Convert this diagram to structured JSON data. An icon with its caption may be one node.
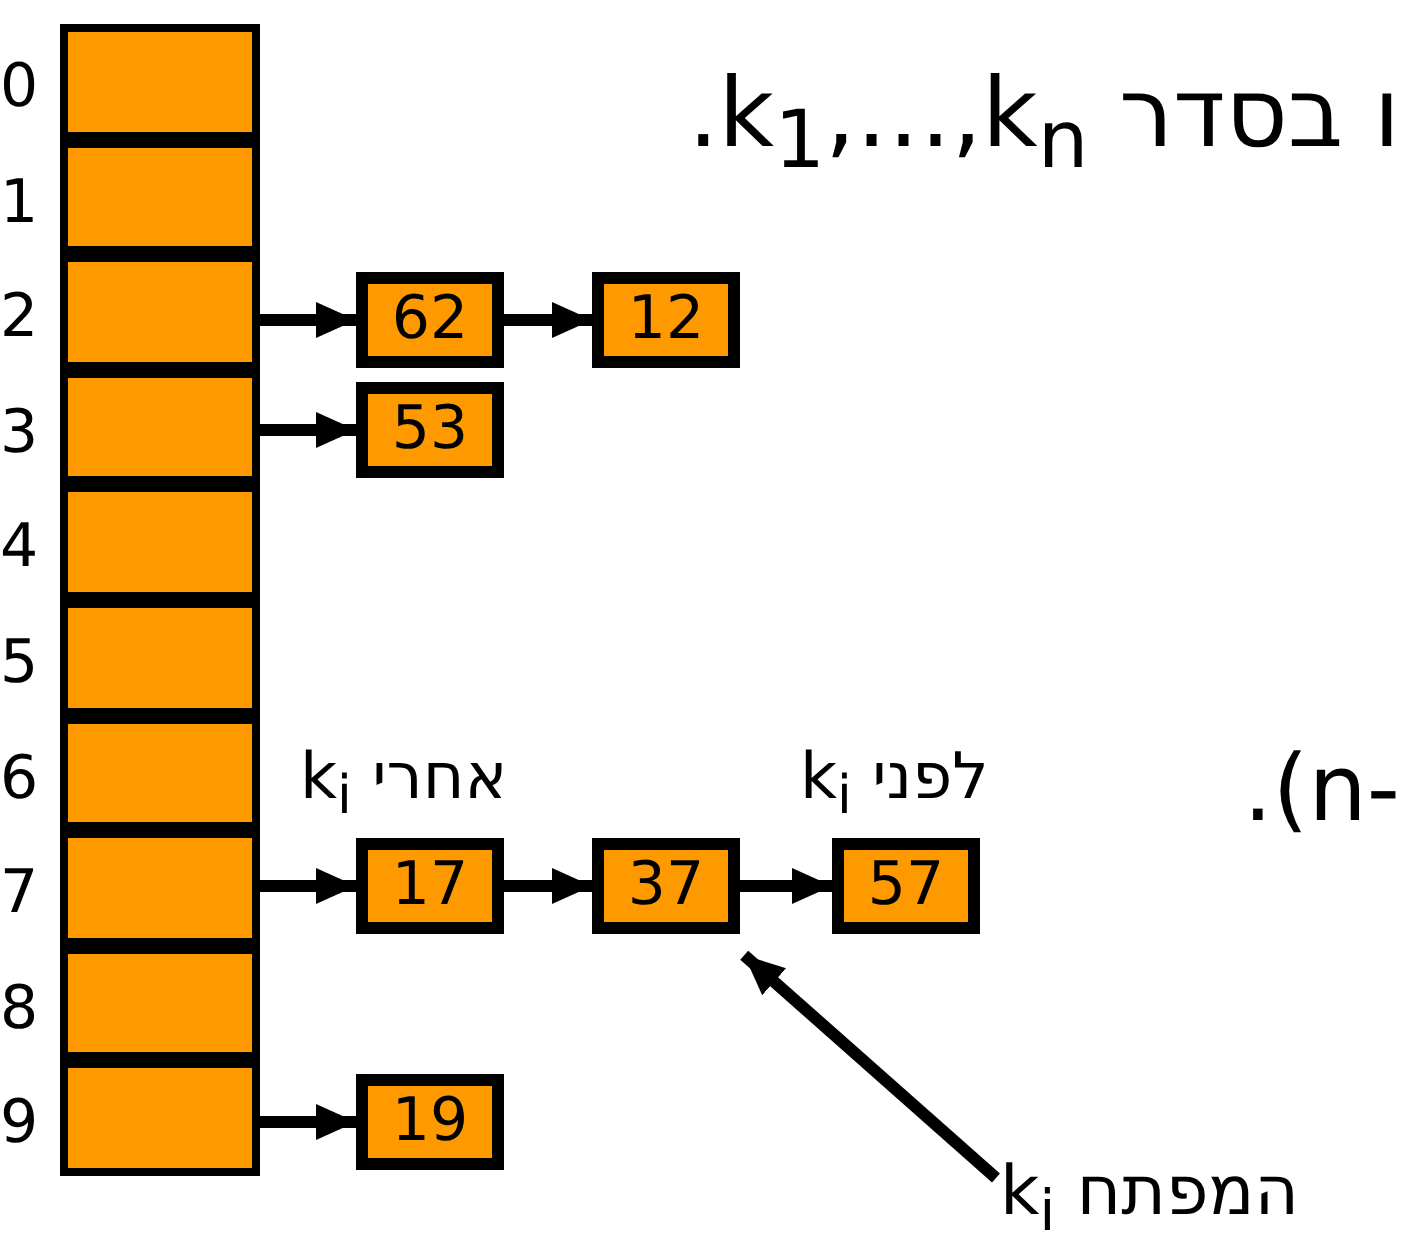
{
  "diagram": {
    "nodes": [
      {
        "text": [],
        "shape": "box",
        "beside": [
          "0"
        ]
      },
      {
        "text": [],
        "shape": "box",
        "beside": [
          "1"
        ]
      },
      {
        "text": [],
        "shape": "box",
        "beside": [
          "2"
        ]
      },
      {
        "text": [],
        "shape": "box",
        "beside": [
          "3"
        ]
      },
      {
        "text": [],
        "shape": "box",
        "beside": [
          "4"
        ]
      },
      {
        "text": [],
        "shape": "box",
        "beside": [
          "5"
        ]
      },
      {
        "text": [],
        "shape": "box",
        "beside": [
          "6"
        ]
      },
      {
        "text": [],
        "shape": "box",
        "beside": [
          "7"
        ]
      },
      {
        "text": [],
        "shape": "box",
        "beside": [
          "8"
        ]
      },
      {
        "text": [],
        "shape": "box",
        "beside": [
          "9"
        ]
      },
      {
        "text": [
          "62"
        ]
      },
      {
        "text": [
          "12"
        ]
      },
      {
        "text": [
          "53"
        ]
      },
      {
        "text": [
          "17"
        ],
        "beside": [
          "אחרי k$_{i}$"
        ]
      },
      {
        "text": [
          "37"
        ]
      },
      {
        "text": [
          "57"
        ],
        "beside": [
          "לפני k$_{i}$"
        ]
      },
      {
        "text": [
          "19"
        ]
      },
      {
        "text": [
          "המפתח k$_{i}$"
        ]
      }
    ],
    "edges": [
      {
        "from": 2,
        "to": 10,
        "arrow": "to"
      },
      {
        "from": 10,
        "to": 11,
        "arrow": "to"
      },
      {
        "from": 3,
        "to": 12,
        "arrow": "to"
      },
      {
        "from": 7,
        "to": 13,
        "arrow": "to"
      },
      {
        "from": 13,
        "to": 14,
        "arrow": "to"
      },
      {
        "from": 14,
        "to": 15,
        "arrow": "to"
      },
      {
        "from": 9,
        "to": 16,
        "arrow": "to"
      },
      {
        "from": 17,
        "to": 14,
        "arrow": "to"
      }
    ],
    "labels": [
      "ו בסדר k$_{1}$,…,k$_{n}$.",
      ".(n-"
    ]
  }
}
